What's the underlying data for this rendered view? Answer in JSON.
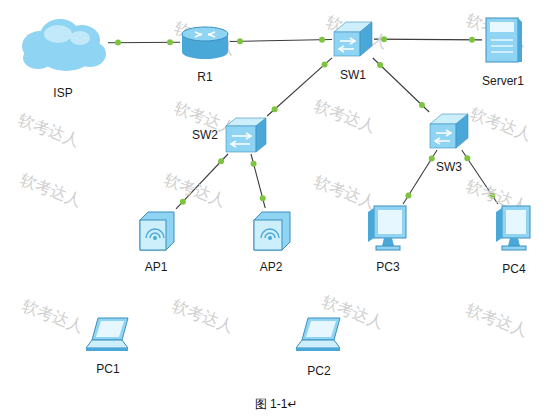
{
  "diagram": {
    "caption": "图 1-1↵",
    "nodes": [
      {
        "text": [
          "ISP"
        ]
      },
      {
        "text": [
          "R1"
        ]
      },
      {
        "text": [
          "SW1"
        ]
      },
      {
        "text": [
          "Server1"
        ]
      },
      {
        "text": [
          "SW2"
        ]
      },
      {
        "text": [
          "AP1"
        ]
      },
      {
        "text": [
          "AP2"
        ]
      },
      {
        "text": [
          "SW3"
        ]
      },
      {
        "text": [
          "PC3"
        ]
      },
      {
        "text": [
          "PC4"
        ]
      },
      {
        "text": [
          "PC1"
        ]
      },
      {
        "text": [
          "PC2"
        ]
      }
    ],
    "edges": [
      {
        "from": 0,
        "to": 1,
        "arrow": "none"
      },
      {
        "from": 1,
        "to": 2,
        "arrow": "none"
      },
      {
        "from": 2,
        "to": 3,
        "arrow": "none"
      },
      {
        "from": 2,
        "to": 4,
        "arrow": "none"
      },
      {
        "from": 2,
        "to": 7,
        "arrow": "none"
      },
      {
        "from": 4,
        "to": 5,
        "arrow": "none"
      },
      {
        "from": 4,
        "to": 6,
        "arrow": "none"
      },
      {
        "from": 7,
        "to": 8,
        "arrow": "none"
      },
      {
        "from": 7,
        "to": 9,
        "arrow": "none"
      }
    ],
    "labels": [
      "软考达人",
      "软考达人",
      "软考达人",
      "软考达人",
      "软考达人",
      "软考达人",
      "软考达人",
      "软考达人",
      "软考达人",
      "软考达人",
      "软考达人",
      "软考达人",
      "软考达人",
      "软考达人",
      "软考达人",
      "软考达人"
    ]
  }
}
